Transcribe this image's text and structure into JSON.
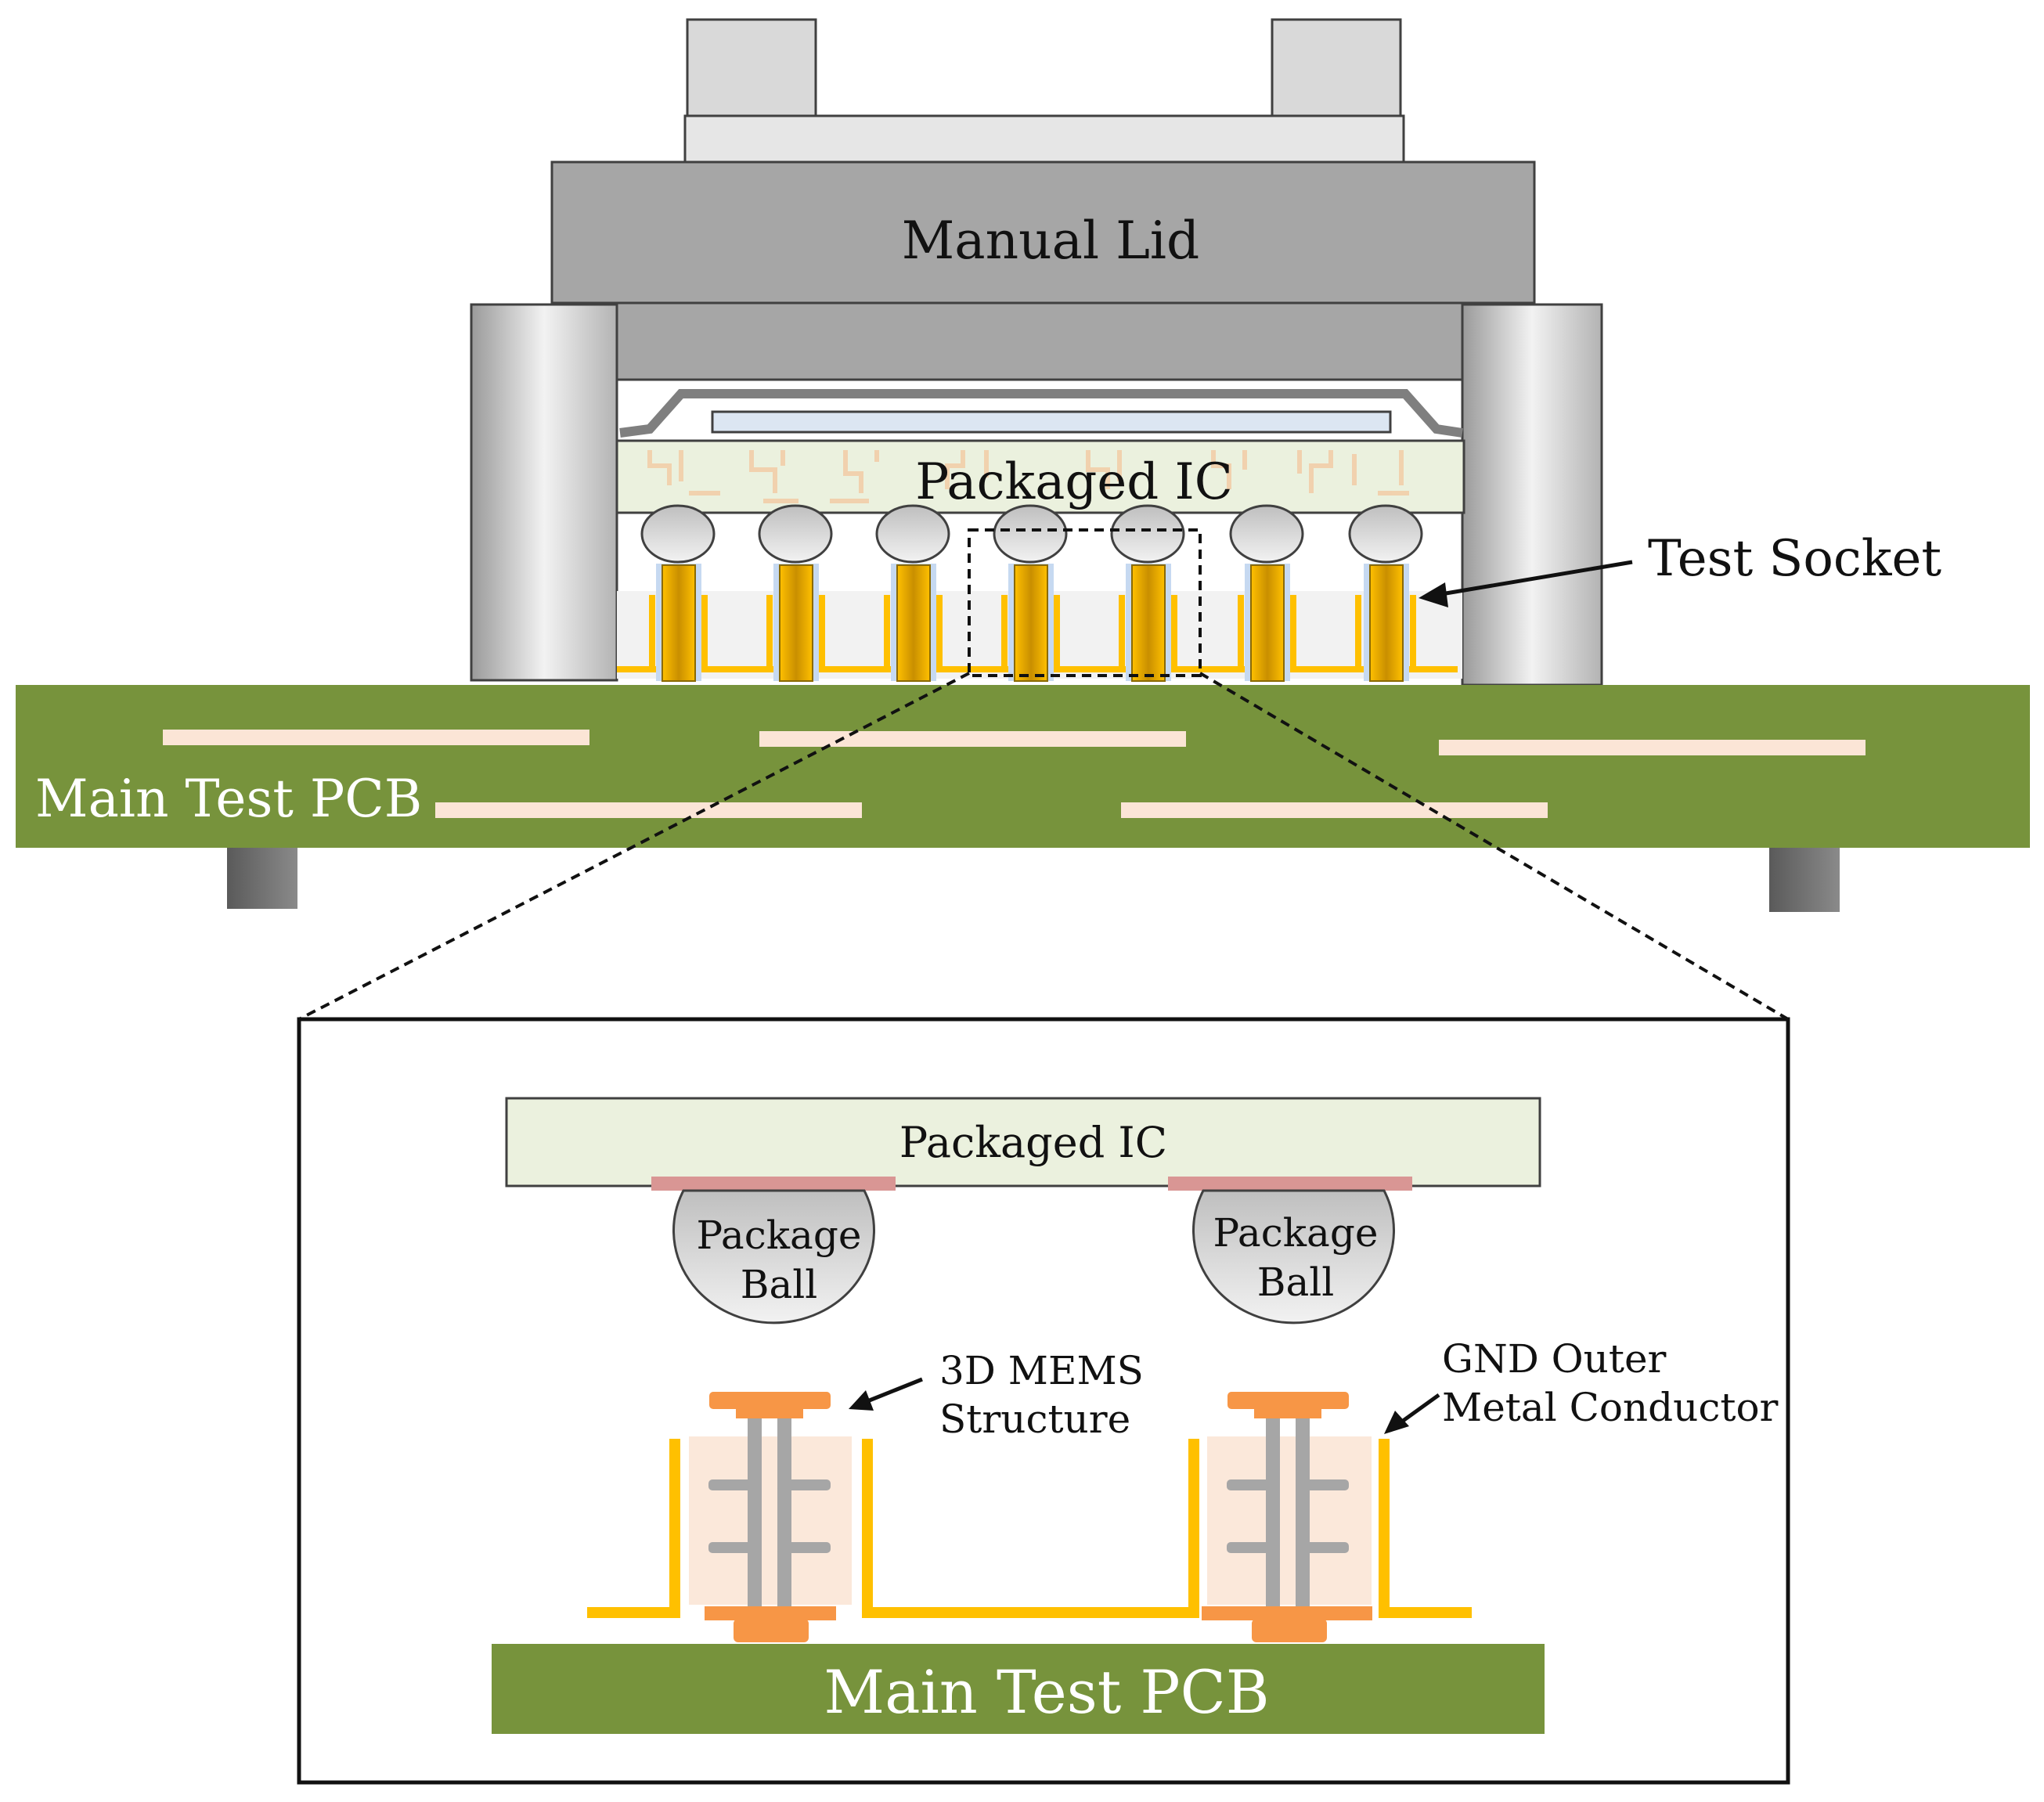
{
  "labels": {
    "manual_lid": "Manual Lid",
    "packaged_ic_top": "Packaged IC",
    "test_socket": "Test Socket",
    "main_test_pcb_top": "Main Test PCB",
    "packaged_ic_detail": "Packaged IC",
    "package_ball_1_line1": "Package",
    "package_ball_1_line2": "Ball",
    "package_ball_2_line1": "Package",
    "package_ball_2_line2": "Ball",
    "mems_line1": "3D MEMS",
    "mems_line2": "Structure",
    "gnd_line1": "GND Outer",
    "gnd_line2": "Metal Conductor",
    "main_test_pcb_detail": "Main Test PCB"
  },
  "colors": {
    "lid_gray": "#a6a6a6",
    "lid_top": "#d9d9d9",
    "pcb_green": "#77933c",
    "trace_peach": "#fbe5d6",
    "ic_substrate": "#ebf1de",
    "gold": "#ffc000",
    "pin_gold": "#d9a300",
    "orange": "#f79646",
    "pad_pink": "#d99694",
    "mems_fill": "#fbe5d6",
    "mems_gray": "#a6a6a6"
  }
}
